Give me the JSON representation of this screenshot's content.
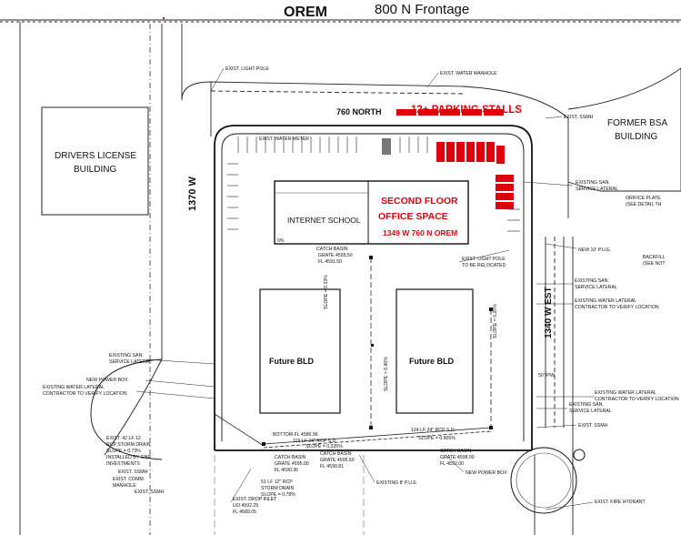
{
  "streets": {
    "orem": "OREM",
    "frontage": "800 N Frontage",
    "west_1370": "1370 W",
    "north_760": "760 NORTH",
    "west_1340": "1340 W EST"
  },
  "buildings": {
    "drivers_license_line1": "DRIVERS LICENSE",
    "drivers_license_line2": "BUILDING",
    "former_bsa_line1": "FORMER BSA",
    "former_bsa_line2": "BUILDING",
    "internet_school": "INTERNET SCHOOL",
    "future_bld_left": "Future BLD",
    "future_bld_right": "Future BLD"
  },
  "highlights": {
    "parking": "12+ PARKING STALLS",
    "second_floor": "SECOND FLOOR",
    "office_space": "OFFICE SPACE",
    "address": "1349 W 760 N  OREM",
    "accent_color": "#e0000b"
  },
  "annotations": {
    "exist_light_pole_top": "EXIST. LIGHT POLE",
    "exist_water_manhole": "EXIST. WATER MANHOLE",
    "exist_ssmh_top": "EXIST. SSMH",
    "exist_water_meter": "EXIST. WATER METER",
    "existing_san_service_lateral_r1": "EXISTING SAN.",
    "existing_san_service_lateral_r2": "SERVICE LATERAL",
    "orifice_plate_1": "ORIFICE PLATE",
    "orifice_plate_2": "(SEE DETAIL TH",
    "catch_basin_top_1": "CATCH BASIN",
    "catch_basin_top_2": "GRATE 4595.50",
    "catch_basin_top_3": "FL 4591.50",
    "exist_light_pole_relocated_1": "EXIST. LIGHT POLE",
    "exist_light_pole_relocated_2": "TO BE RELOCATED",
    "new_pue": "NEW 10' P.U.E.",
    "backfill_1": "BACKFILL",
    "backfill_2": "(SEE NOT",
    "existing_san_r2_1": "EXISTING SAN.",
    "existing_san_r2_2": "SERVICE LATERAL",
    "existing_water_lateral_r1_1": "EXISTING WATER LATERAL",
    "existing_water_lateral_r1_2": "CONTRACTOR TO VERIFY LOCATION",
    "existing_san_left_1": "EXISTING SAN.",
    "existing_san_left_2": "SERVICE LATERAL",
    "new_power_box_left": "NEW POWER BOX",
    "existing_water_lateral_left_1": "EXISTING WATER LATERAL",
    "existing_water_lateral_left_2": "CONTRACTOR TO VERIFY LOCATION",
    "exist_rcp_1": "EXIST. 42 LF 12",
    "exist_rcp_2": "RCP STORM DRAIN",
    "exist_rcp_3": "SLOPE = 0.73%",
    "exist_rcp_4": "INSTALLED BY GNR",
    "exist_rcp_5": "INVESTMENTS",
    "exist_ssmh_left": "EXIST. SSMH",
    "exist_comm_1": "EXIST. COMM.",
    "exist_comm_2": "MANHOLE",
    "exist_ssmh_bottom": "EXIST. SSMH",
    "existing_water_lateral_r2_1": "EXISTING WATER LATERAL",
    "existing_water_lateral_r2_2": "CONTRACTOR TO VERIFY LOCATION",
    "existing_san_r3_1": "EXISTING SAN.",
    "existing_san_r3_2": "SERVICE LATERAL",
    "exist_ssmh_right": "EXIST. SSMH",
    "bottom_fl": "BOTTOM FL 4586.96",
    "rcp_124": "124 LF 24\" RCP S.D.",
    "slope_0965": "SLOPE = 0.965%",
    "rcp_119": "119 LF 24\" RCP S.D.",
    "slope_0335": "SLOPE = 0.335%",
    "catch_basin_a_1": "CATCH BASIN",
    "catch_basin_a_2": "GRATE 4595.00",
    "catch_basin_a_3": "FL 4590.36",
    "catch_basin_b_1": "CATCH BASIN",
    "catch_basin_b_2": "GRATE 4595.50",
    "catch_basin_b_3": "FL 4590.81",
    "catch_basin_c_1": "CATCH BASIN",
    "catch_basin_c_2": "GRATE 4598.00",
    "catch_basin_c_3": "FL 4592.00",
    "storm_drain_1": "51 LF 12\" RCP",
    "storm_drain_2": "STORM DRAIN",
    "storm_drain_3": "SLOPE = 0.78%",
    "drop_inlet_1": "EXIST. DROP INLET",
    "drop_inlet_2": "LID 4592.25",
    "drop_inlet_3": "FL 4589.05",
    "existing_pue": "EXISTING 8' P.U.E.",
    "new_power_box_bottom": "NEW POWER BOX",
    "exist_fire_hydrant": "EXIST. FIRE HYDRANT",
    "slope_a": "SLOPE = 0.33%",
    "slope_b": "SLOPE = 0.40%",
    "slope_c": "SLOPE = 0.20%",
    "pw_50": "50' P/W",
    "offset_01": "0%"
  }
}
